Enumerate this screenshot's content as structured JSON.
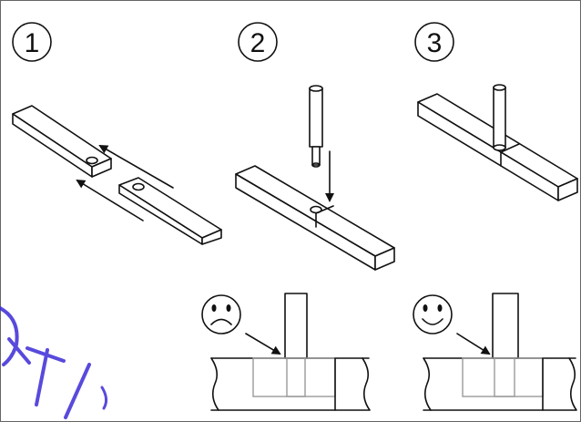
{
  "steps": [
    {
      "number": "1"
    },
    {
      "number": "2"
    },
    {
      "number": "3"
    }
  ],
  "details": [
    {
      "verdict": "incorrect",
      "face": "sad-face-icon"
    },
    {
      "verdict": "correct",
      "face": "smiley-face-icon"
    }
  ],
  "watermark": "RTI",
  "colors": {
    "line": "#111111",
    "hidden_line": "#9a9a9a",
    "frame": "#666666",
    "watermark": "#3b2bd6"
  }
}
